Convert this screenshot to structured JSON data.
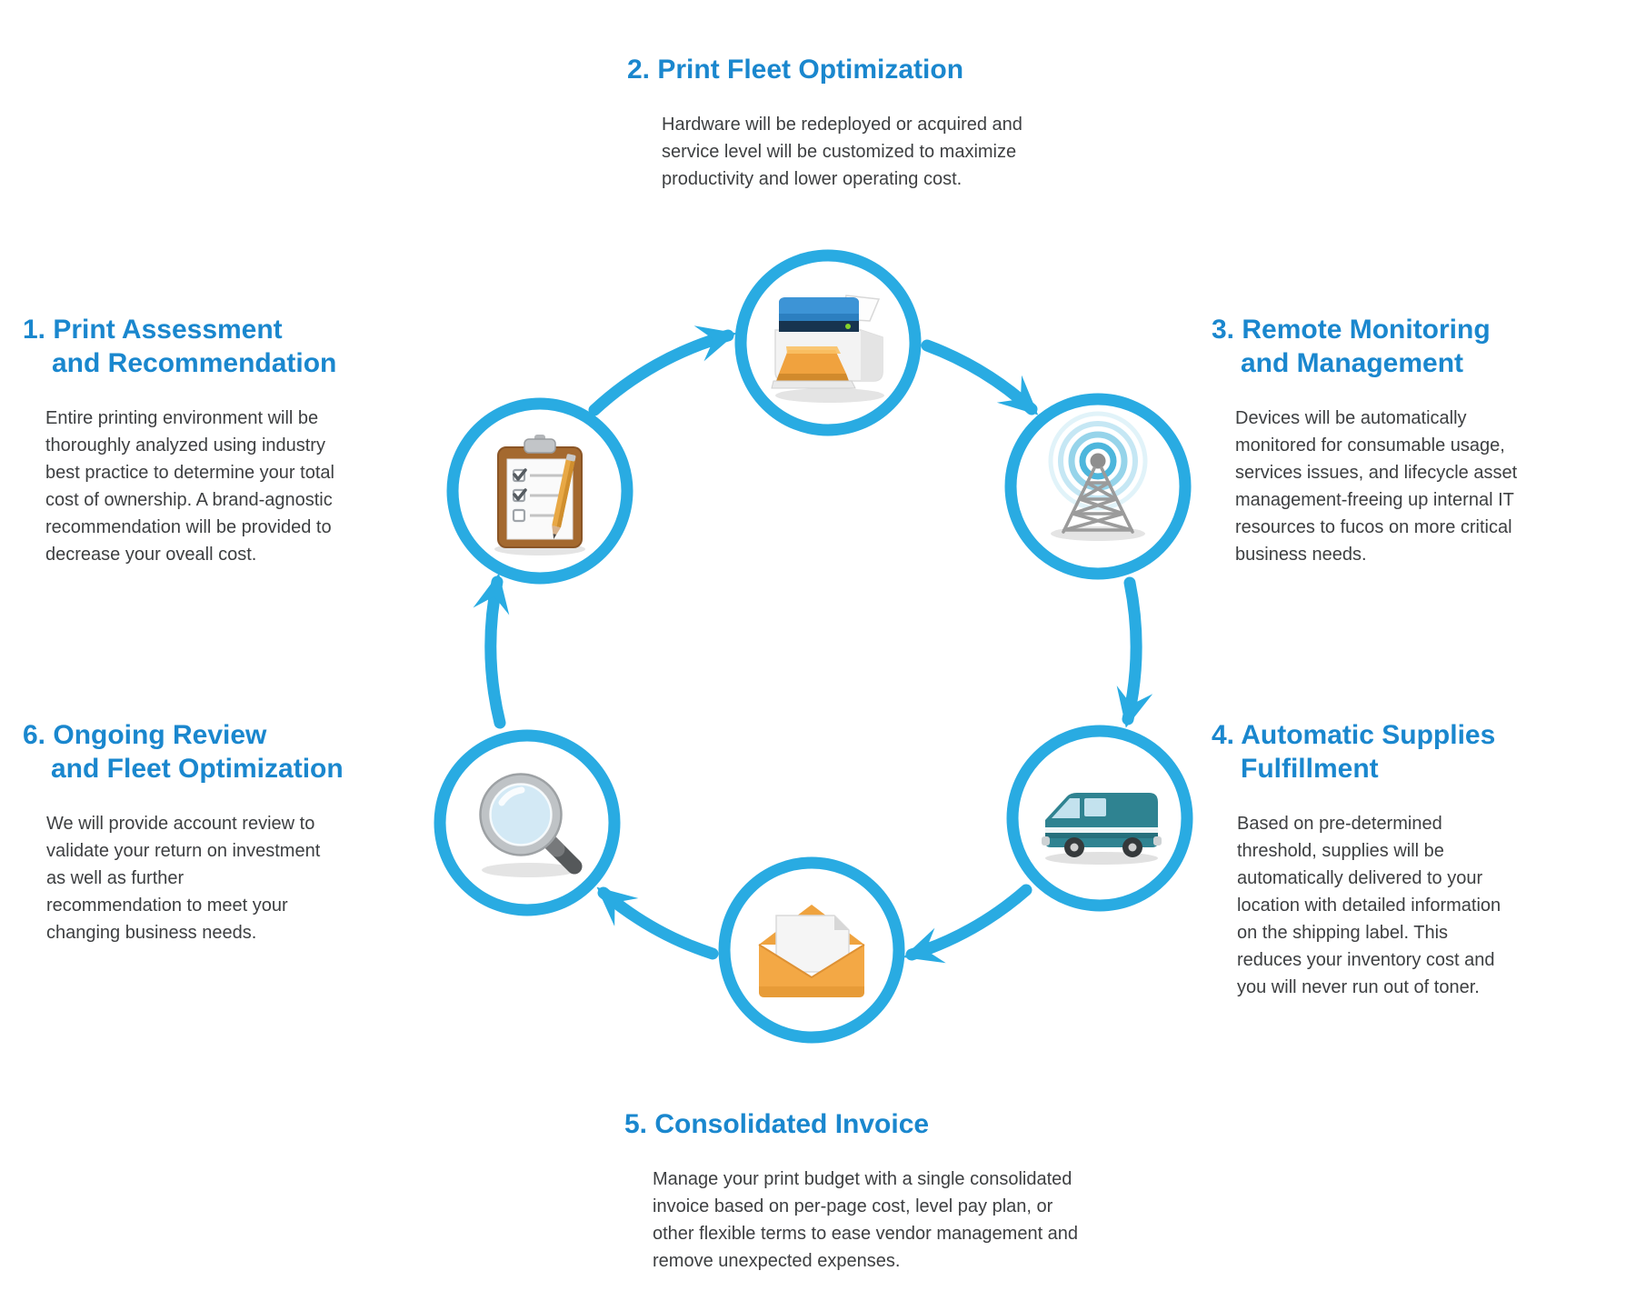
{
  "diagram": {
    "type": "circular-process-cycle",
    "heading_color": "#1a87ce",
    "shape_color": "#29abe2",
    "body_text_color": "#3d3f41",
    "cycle_order": [
      "1",
      "2",
      "3",
      "4",
      "5",
      "6"
    ],
    "flow_direction": "clockwise",
    "steps": [
      {
        "number": "1",
        "title_line1": "1. Print Assessment",
        "title_line2": "and Recommendation",
        "body": "Entire printing environment will be thoroughly analyzed using industry best practice to determine your total cost of ownership. A brand-agnostic recommendation will be provided to decrease your oveall cost.",
        "icon": "clipboard-checklist-icon"
      },
      {
        "number": "2",
        "title_line1": "2. Print Fleet Optimization",
        "body": "Hardware will be redeployed or acquired and service level will be customized to maximize productivity and lower operating cost.",
        "icon": "printer-icon"
      },
      {
        "number": "3",
        "title_line1": "3. Remote Monitoring",
        "title_line2": "and Management",
        "body": "Devices will be automatically monitored for consumable usage, services issues, and lifecycle asset management-freeing up internal IT resources to fucos on more critical business needs.",
        "icon": "radio-tower-icon"
      },
      {
        "number": "4",
        "title_line1": "4. Automatic Supplies",
        "title_line2": "Fulfillment",
        "body": "Based on pre-determined threshold, supplies will be automatically delivered to your location with detailed information on the shipping label. This reduces your inventory cost and you will never run out of toner.",
        "icon": "delivery-van-icon"
      },
      {
        "number": "5",
        "title_line1": "5. Consolidated Invoice",
        "body": "Manage your print budget with a single consolidated invoice based on per-page cost, level pay plan, or other flexible terms to ease vendor management and remove unexpected expenses.",
        "icon": "envelope-invoice-icon"
      },
      {
        "number": "6",
        "title_line1": "6. Ongoing Review",
        "title_line2": "and Fleet Optimization",
        "body": "We will provide account review to validate your return on investment as well as further recommendation to meet your changing business needs.",
        "icon": "magnifier-icon"
      }
    ]
  }
}
